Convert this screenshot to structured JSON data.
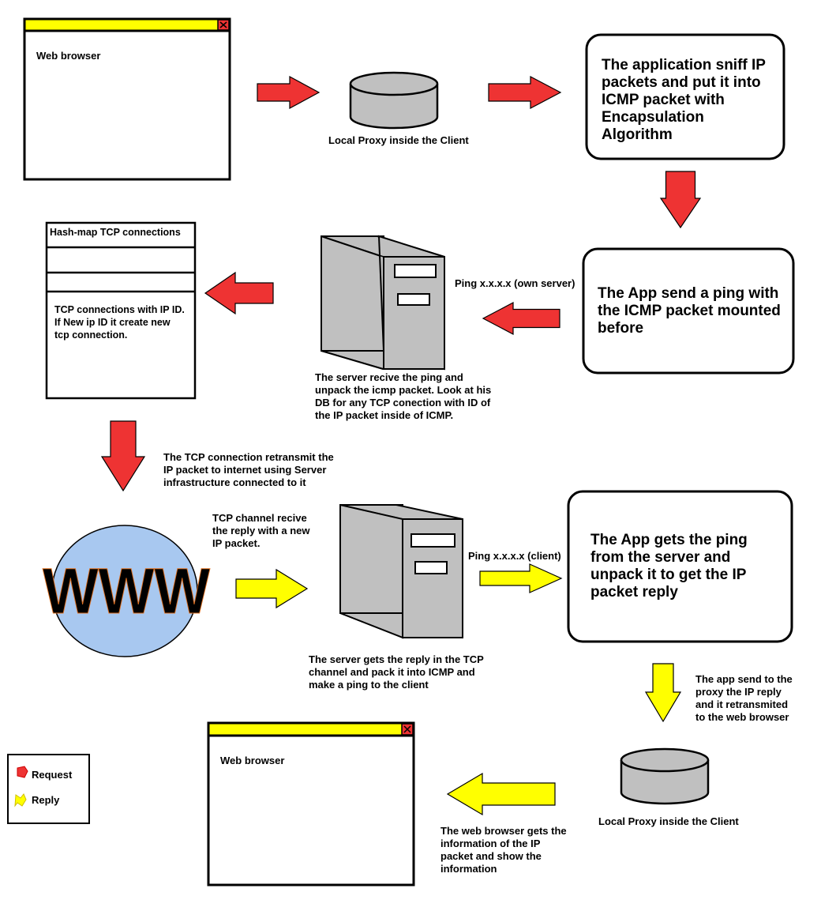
{
  "colors": {
    "request_arrow": "#ee3333",
    "reply_arrow": "#ffff00",
    "titlebar": "#ffff00",
    "close_button": "#ee3333",
    "server": "#c0c0c0",
    "proxy": "#c0c0c0",
    "globe": "#a8c8f0"
  },
  "browser_top": {
    "label": "Web browser"
  },
  "proxy_top": {
    "label": "Local Proxy inside the Client"
  },
  "app_sniff": {
    "text": "The application sniff IP\npackets and put it into\nICMP packet with\nEncapsulation\nAlgorithm"
  },
  "hashmap": {
    "title": "Hash-map TCP connections",
    "body": "TCP connections with IP ID.\nIf New ip ID it create new\ntcp connection."
  },
  "server_top": {
    "ping_label": "Ping x.x.x.x (own server)",
    "caption": "The server recive the ping and\nunpack the icmp packet. Look at his\nDB for any TCP conection with ID of\nthe IP packet inside of ICMP."
  },
  "app_send": {
    "text": "The App send a ping with\nthe ICMP packet mounted\nbefore"
  },
  "tcp_retransmit": {
    "text": "The TCP connection retransmit the\nIP packet to internet using Server\ninfrastructure connected to it"
  },
  "www": {
    "label": "WWW",
    "reply_caption": "TCP channel recive\nthe reply with a new\nIP packet."
  },
  "server_bottom": {
    "ping_label": "Ping x.x.x.x (client)",
    "caption": "The server gets the reply in the TCP\nchannel and pack it into ICMP and\nmake a ping to the client"
  },
  "app_gets": {
    "text": "The App gets the ping\nfrom the server and\nunpack it to get the IP\npacket reply"
  },
  "app_to_proxy": {
    "text": "The app send to the\nproxy the IP reply\nand it retransmited\nto the web browser"
  },
  "proxy_bottom": {
    "label": "Local Proxy inside the Client"
  },
  "browser_bottom": {
    "label": "Web browser"
  },
  "browser_final": {
    "text": "The web browser gets the\ninformation of the IP\npacket and show the\ninformation"
  },
  "legend": {
    "request": "Request",
    "reply": "Reply"
  }
}
